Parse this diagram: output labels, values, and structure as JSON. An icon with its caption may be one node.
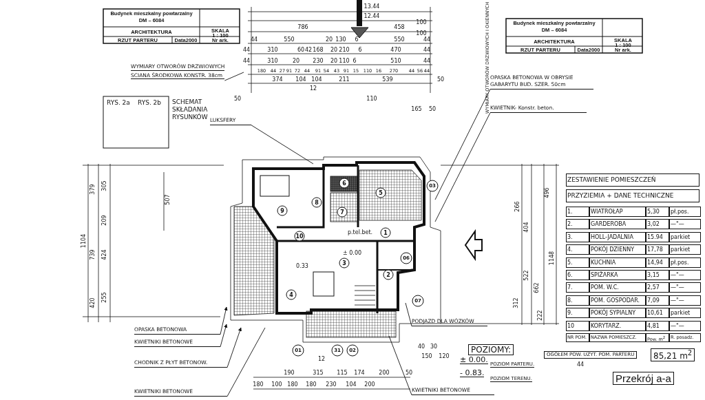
{
  "diagram": {
    "nodes": [
      {
        "text": [
          "WYMIARY OTWORÓW DRZWIOWYCH",
          "SCIANA ŚRODKOWA KONSTR. 38cm"
        ]
      },
      {
        "text": [
          "OPASKA BETONOWA W OBRYSIE GABARYTU BUD. SZER. 50cm"
        ]
      },
      {
        "text": [
          "KWIETNIK- Konstr. beton."
        ]
      },
      {
        "text": [
          "LUKSFERY"
        ]
      },
      {
        "text": [
          "OPASKA BETONOWA"
        ]
      },
      {
        "text": [
          "KWIETNIKI BETONOWE"
        ]
      },
      {
        "text": [
          "CHODNIK Z PŁYT BETONOW."
        ]
      },
      {
        "text": [
          "KWIETNIKI BETONOWE"
        ]
      },
      {
        "text": [
          "PODJAZD DLA WÓZKÓW"
        ]
      },
      {
        "text": [
          "KWIETNIKI BETONOWE"
        ]
      },
      {
        "text": [],
        "shape": "picture"
      }
    ],
    "edges": [
      {
        "from": 0,
        "to": null,
        "arrow": "none"
      },
      {
        "from": 1,
        "to": 10,
        "arrow": "none"
      },
      {
        "from": 2,
        "to": 10,
        "arrow": "none"
      },
      {
        "from": 3,
        "to": 10,
        "arrow": "none"
      },
      {
        "from": 4,
        "to": 10,
        "arrow": "to"
      },
      {
        "from": 5,
        "to": 10,
        "arrow": "to"
      },
      {
        "from": 6,
        "to": 10,
        "arrow": "to"
      },
      {
        "from": 7,
        "to": 10,
        "arrow": "none"
      },
      {
        "from": 8,
        "to": 10,
        "arrow": "none"
      },
      {
        "from": 9,
        "to": 10,
        "arrow": "none"
      }
    ],
    "labels": [
      "Budynek mieszkalny powtarzalny",
      "DM – 6084",
      "ARCHITEKTURA",
      "SKALA",
      "1 : 100",
      "RZUT PARTERU",
      "Data2000",
      "Nr ark.",
      "Budynek mieszkalny powtarzalny",
      "DM – 6084",
      "ARCHITEKTURA",
      "SKALA",
      "1 : 100",
      "RZUT PARTERU",
      "Data2000",
      "Nr ark.",
      "13.44",
      "12.44",
      "786",
      "458",
      "100",
      "100",
      "44",
      "550",
      "20",
      "130",
      "6",
      "550",
      "44",
      "44",
      "310",
      "60",
      "42",
      "168",
      "20",
      "210",
      "6",
      "470",
      "44",
      "44",
      "310",
      "20",
      "230",
      "20",
      "110",
      "6",
      "510",
      "44",
      "180",
      "44",
      "27",
      "91",
      "72",
      "44",
      "91",
      "54",
      "43",
      "91",
      "15",
      "110",
      "16",
      "270",
      "44",
      "56",
      "44",
      "374",
      "104",
      "104",
      "211",
      "539",
      "50",
      "12",
      "50",
      "110",
      "165",
      "50",
      "WYMIARY OTWORÓW DRZWIOWYCH I OKIENNYCH",
      "RYS. 2a",
      "RYS. 2b",
      "SCHEMAT SKŁADANIA RYSUNKÓW",
      "1104",
      "379",
      "739",
      "420",
      "305",
      "209",
      "424",
      "255",
      "507",
      "496",
      "266",
      "404",
      "1148",
      "522",
      "662",
      "312",
      "222",
      "1",
      "2",
      "3",
      "4",
      "5",
      "6",
      "7",
      "8",
      "9",
      "10",
      "01",
      "31",
      "02",
      "03",
      "06",
      "07",
      "± 0.00",
      "0.33",
      "p.tel.bet.",
      "40",
      "30",
      "150",
      "120",
      "12",
      "190",
      "315",
      "115",
      "174",
      "200",
      "50",
      "180",
      "100",
      "180",
      "180",
      "230",
      "104",
      "200",
      "ZESTAWIENIE POMIESZCZEŃ",
      "PRZYZIEMIA + DANE TECHNICZNE",
      "1.",
      "WIATROŁAP",
      "5,30",
      "pł.pos.",
      "2.",
      "GARDEROBA",
      "3,02",
      "—\"—",
      "3.",
      "HOLL-JADALNIA",
      "15.94",
      "parkiet",
      "4.",
      "POKÓJ DZIENNY",
      "17,78",
      "parkiet",
      "5.",
      "KUCHNIA",
      "14,94",
      "pł.pos.",
      "6.",
      "SPIŻARKA",
      "3,15",
      "—\"—",
      "7.",
      "POM. W.C.",
      "2,57",
      "—\"—",
      "8.",
      "POM. GOSPODAR.",
      "7,09",
      "—\"—",
      "9.",
      "POKÓJ SYPIALNY",
      "10,61",
      "parkiet",
      "10",
      "KORYTARZ.",
      "4,81",
      "—\"—",
      "NR POM.",
      "NAZWA POMIESZCZ.",
      "Pow. m$^{2}$",
      "R. posadz.",
      "POZIOMY:",
      "± 0.00.",
      "POZIOM PARTERU.",
      "- 0.83.",
      "POZIOM TERENU.",
      "OGÓŁEM POW. UŻYT. POM. PARTERU",
      "85,21 m$^{2}$",
      "44",
      "Przekrój a-a"
    ]
  }
}
